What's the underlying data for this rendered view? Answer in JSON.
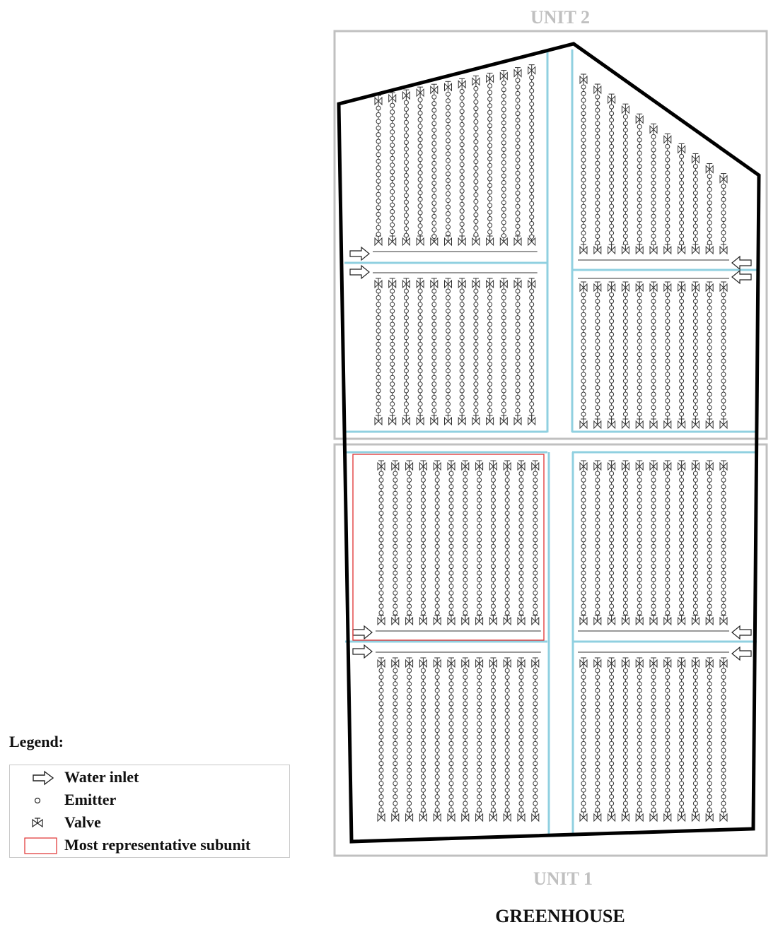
{
  "labels": {
    "unit_top": "UNIT 2",
    "unit_bottom": "UNIT 1",
    "title": "GREENHOUSE"
  },
  "legend": {
    "title": "Legend:",
    "items": [
      {
        "key": "water_inlet",
        "label": "Water inlet",
        "icon": "water-inlet-arrow-icon"
      },
      {
        "key": "emitter",
        "label": "Emitter",
        "icon": "emitter-circle-icon"
      },
      {
        "key": "valve",
        "label": "Valve",
        "icon": "valve-icon"
      },
      {
        "key": "subunit",
        "label": "Most representative subunit",
        "icon": "red-rectangle-icon"
      }
    ]
  },
  "colors": {
    "outline": "#000000",
    "pipe": "#90d0e0",
    "unit_frame": "#c0c0c0",
    "subunit_highlight": "#e03030",
    "lateral": "#333333"
  },
  "network": {
    "laterals_per_left_subunit": 12,
    "laterals_per_right_subunit": 11
  }
}
